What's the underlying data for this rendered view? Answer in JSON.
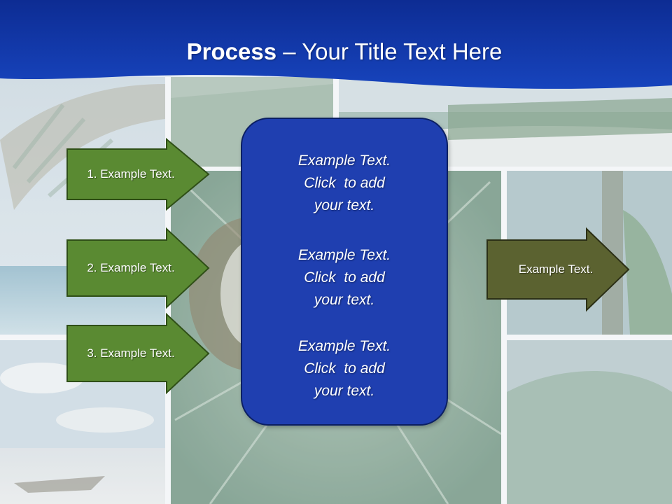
{
  "title": {
    "bold": "Process",
    "rest": " – Your Title Text Here"
  },
  "left_arrows": [
    {
      "label": "1. Example Text."
    },
    {
      "label": "2. Example Text."
    },
    {
      "label": "3. Example Text."
    }
  ],
  "center_box": {
    "blocks": [
      {
        "line1": "Example Text.",
        "line2": "Click  to add",
        "line3": "your text."
      },
      {
        "line1": "Example Text.",
        "line2": "Click  to add",
        "line3": "your text."
      },
      {
        "line1": "Example Text.",
        "line2": "Click  to add",
        "line3": "your text."
      }
    ]
  },
  "right_arrow": {
    "label": "Example Text."
  },
  "colors": {
    "header_blue": "#1236a8",
    "box_blue": "#1f3fb0",
    "arrow_green": "#5a8a32",
    "arrow_olive": "#5b6230"
  }
}
